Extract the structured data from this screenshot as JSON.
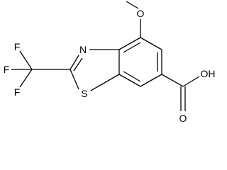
{
  "molecule": {
    "atoms": {
      "methoxy_oxygen": "O",
      "thiazole_nitrogen": "N",
      "thiazole_sulfur": "S",
      "fluorine_top": "F",
      "fluorine_left": "F",
      "fluorine_bottom": "F",
      "carbonyl_oxygen": "O",
      "hydroxyl": "OH"
    }
  }
}
